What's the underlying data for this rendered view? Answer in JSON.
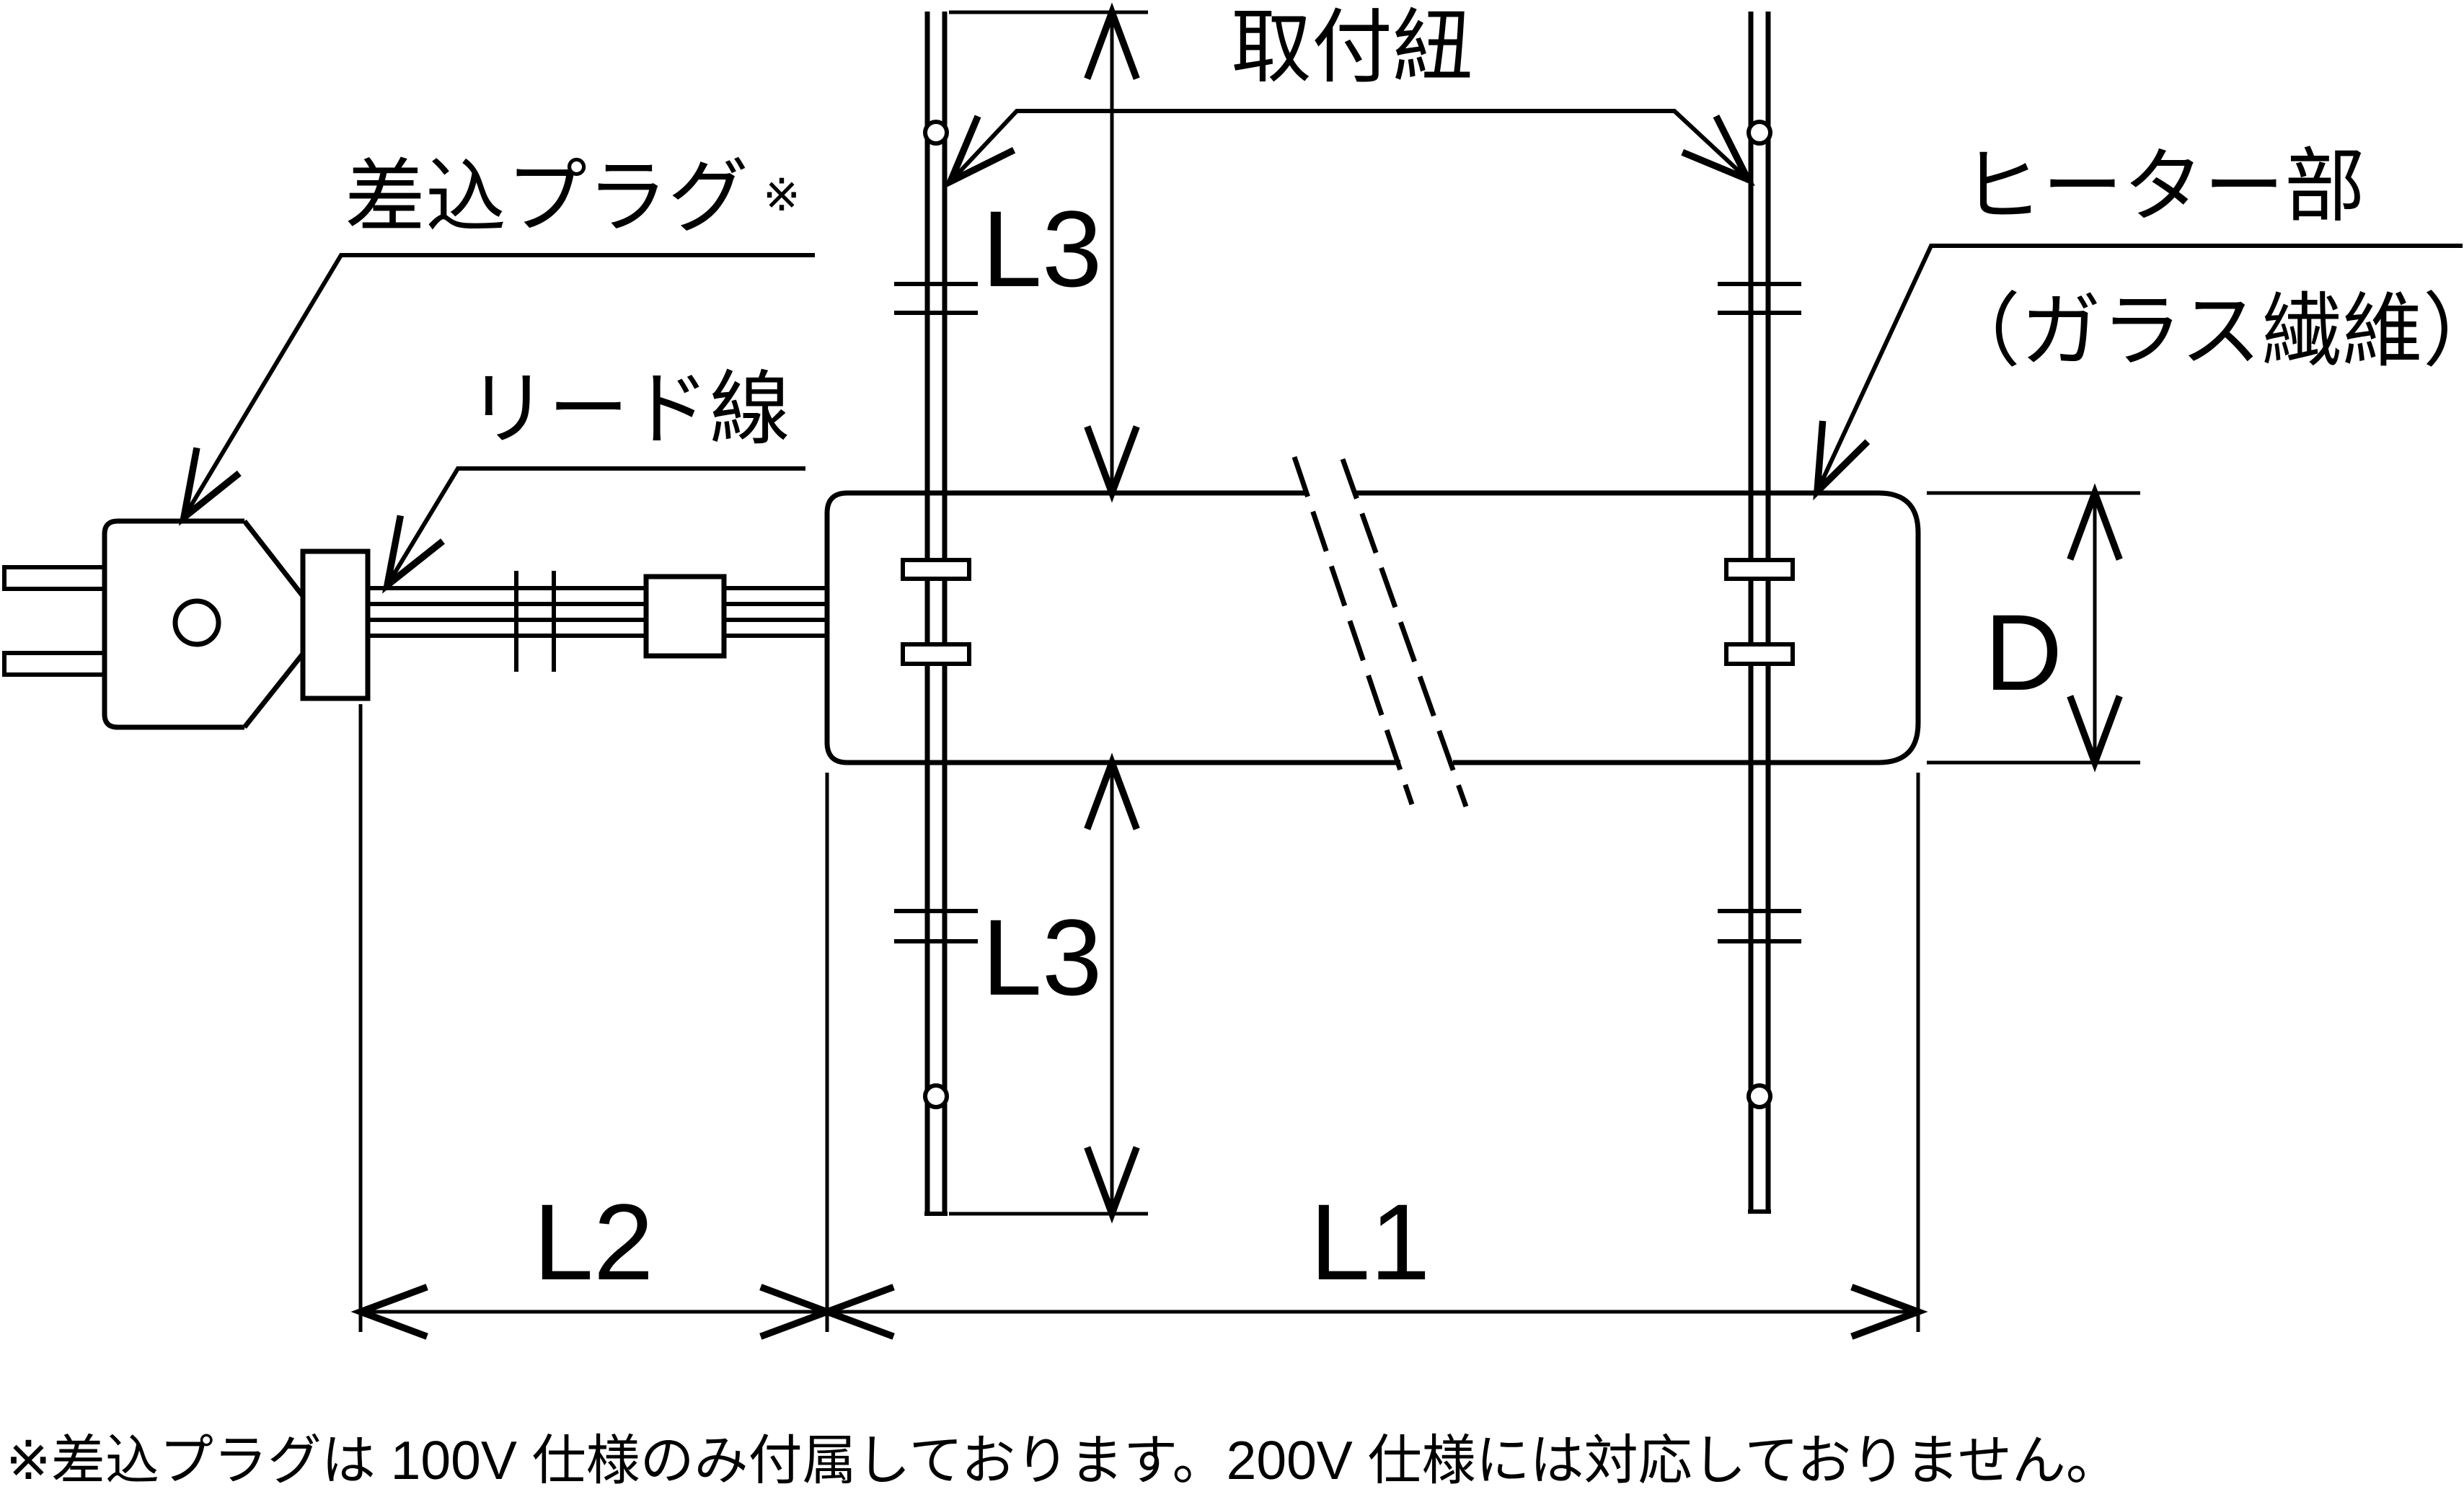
{
  "diagram": {
    "background": "#ffffff",
    "line_color": "#000000",
    "labels": {
      "mounting_cord": "取付紐",
      "plug": "差込プラグ",
      "plug_ref_mark": "※",
      "lead_wire": "リード線",
      "heater_part": "ヒーター部",
      "heater_material": "（ガラス繊維）"
    },
    "dimensions": {
      "heater_length": "L1",
      "lead_length": "L2",
      "cord_top_length": "L3",
      "cord_bottom_length": "L3",
      "diameter": "D"
    },
    "footnote": "※差込プラグは 100V 仕様のみ付属しております。200V 仕様には対応しておりません。"
  }
}
